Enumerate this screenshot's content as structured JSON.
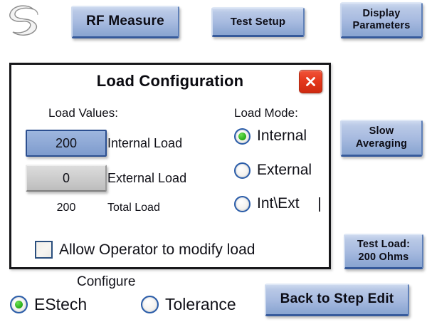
{
  "app": {
    "logo_name": "swirl-logo"
  },
  "toolbar": {
    "rf_measure": "RF Measure",
    "test_setup": "Test Setup",
    "display_parameters_line1": "Display",
    "display_parameters_line2": "Parameters",
    "slow_averaging_line1": "Slow",
    "slow_averaging_line2": "Averaging",
    "test_load_line1": "Test Load:",
    "test_load_line2": "200 Ohms",
    "back_to_step_edit": "Back to Step Edit"
  },
  "dialog": {
    "title": "Load Configuration",
    "close_icon": "close-x-icon",
    "close_color": "#e5381c",
    "load_values": {
      "heading": "Load Values:",
      "internal": {
        "value": "200",
        "caption": "Internal Load",
        "accent": "#8fa9d6"
      },
      "external": {
        "value": "0",
        "caption": "External Load",
        "accent": "#cdcdcd"
      },
      "total": {
        "value": "200",
        "caption": "Total Load"
      }
    },
    "load_mode": {
      "heading": "Load Mode:",
      "options": [
        {
          "label": "Internal",
          "selected": true
        },
        {
          "label": "External",
          "selected": false
        },
        {
          "label": "Int\\Ext",
          "selected": false
        }
      ]
    },
    "allow_operator": {
      "label": "Allow Operator to modify load",
      "checked": false
    }
  },
  "configure": {
    "title": "Configure",
    "options": [
      {
        "label": "EStech",
        "selected": true
      },
      {
        "label": "Tolerance",
        "selected": false
      }
    ]
  },
  "colors": {
    "button_blue": "#a8bbe0",
    "button_border_dark": "#365a9b",
    "radio_ring": "#2a5ca8",
    "radio_dot_green": "#2fb41f",
    "close_red": "#e5381c",
    "background": "#ffffff"
  }
}
